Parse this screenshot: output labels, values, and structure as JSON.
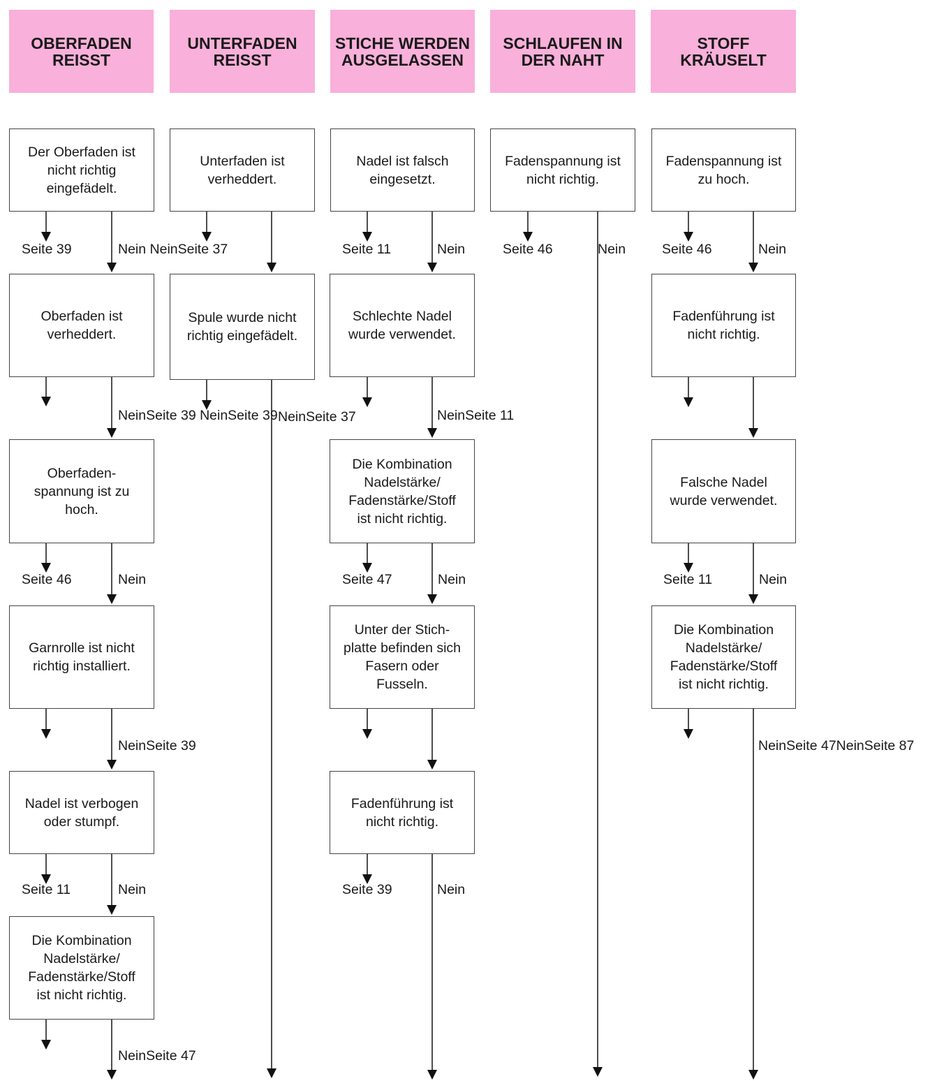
{
  "headers": [
    "OBERFADEN\nREISST",
    "UNTERFADEN\nREISST",
    "STICHE WERDEN\nAUSGELASSEN",
    "SCHLAUFEN IN\nDER NAHT",
    "STOFF\nKRÄUSELT"
  ],
  "col1": {
    "b1": "Der Oberfaden ist\nnicht richtig\neingefädelt.",
    "b2": "Oberfaden ist\nverheddert.",
    "b3": "Oberfaden-\nspannung ist zu\nhoch.",
    "b4": "Garnrolle ist nicht\nrichtig installiert.",
    "b5": "Nadel ist verbogen\noder stumpf.",
    "b6": "Die Kombination\nNadelstärke/\nFadenstärke/Stoff\nist nicht richtig.",
    "s1": "Seite 39",
    "n1": "Nein NeinSeite 37",
    "n2": "NeinSeite 39 NeinSeite 39",
    "s3": "Seite 46",
    "n3": "Nein",
    "n4": "NeinSeite 39",
    "s5": "Seite 11",
    "n5": "Nein",
    "n6": "NeinSeite 47"
  },
  "col2": {
    "b1": "Unterfaden ist\nverheddert.",
    "b2": "Spule wurde nicht\nrichtig eingefädelt.",
    "n2": "NeinSeite 37"
  },
  "col3": {
    "b1": "Nadel ist falsch\neingesetzt.",
    "b2": "Schlechte Nadel\nwurde verwendet.",
    "b3": "Die Kombination\nNadelstärke/\nFadenstärke/Stoff\nist nicht richtig.",
    "b4": "Unter der Stich-\nplatte befinden sich\nFasern oder\nFusseln.",
    "b5": "Fadenführung ist\nnicht richtig.",
    "s1": "Seite 11",
    "n1": "Nein",
    "n2": "NeinSeite 11",
    "s3": "Seite 47",
    "n3": "Nein",
    "s5": "Seite 39",
    "n5": "Nein"
  },
  "col4": {
    "b1": "Fadenspannung ist\nnicht richtig.",
    "s1": "Seite 46",
    "n1": "Nein"
  },
  "col5": {
    "b1": "Fadenspannung ist\nzu hoch.",
    "b2": "Fadenführung ist\nnicht richtig.",
    "b3": "Falsche Nadel\nwurde verwendet.",
    "b4": "Die Kombination\nNadelstärke/\nFadenstärke/Stoff\nist nicht richtig.",
    "s1": "Seite 46",
    "n1": "Nein",
    "s3": "Seite 11",
    "n3": "Nein",
    "n4": "NeinSeite 47NeinSeite 87"
  }
}
